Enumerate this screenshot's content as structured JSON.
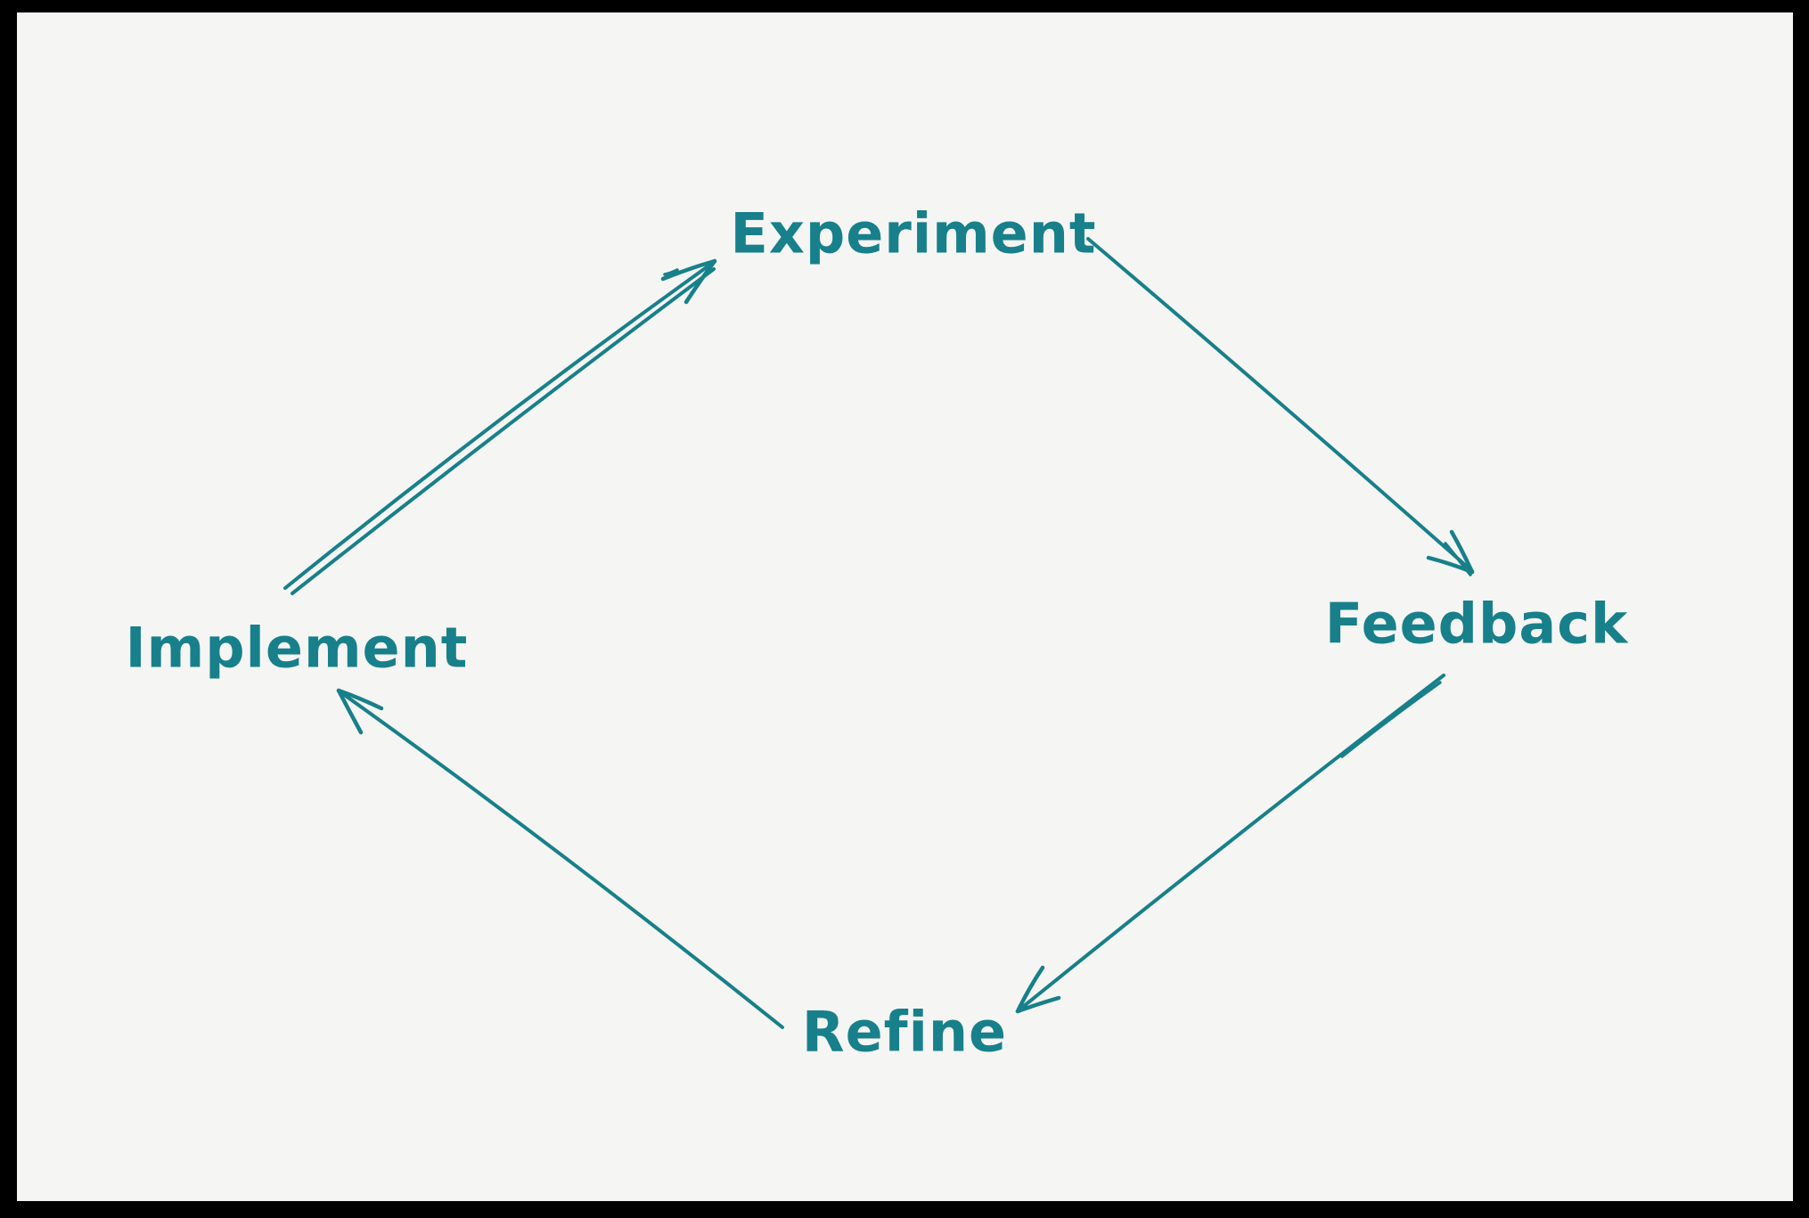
{
  "diagram": {
    "type": "cycle",
    "accent_color": "#17808A",
    "canvas_color": "#F5F5F4",
    "frame_color": "#000000",
    "nodes": [
      {
        "id": "experiment",
        "label": "Experiment",
        "position": "top"
      },
      {
        "id": "feedback",
        "label": "Feedback",
        "position": "right"
      },
      {
        "id": "refine",
        "label": "Refine",
        "position": "bottom"
      },
      {
        "id": "implement",
        "label": "Implement",
        "position": "left"
      }
    ],
    "edges": [
      {
        "from": "implement",
        "to": "experiment",
        "style": "double-line-arrow"
      },
      {
        "from": "experiment",
        "to": "feedback",
        "style": "single-line-arrow"
      },
      {
        "from": "feedback",
        "to": "refine",
        "style": "single-line-arrow"
      },
      {
        "from": "refine",
        "to": "implement",
        "style": "single-line-arrow"
      }
    ]
  }
}
